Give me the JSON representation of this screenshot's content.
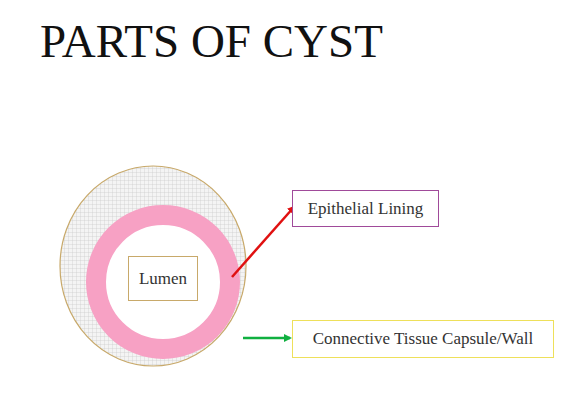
{
  "diagram": {
    "title": "PARTS OF CYST",
    "nodes": [
      {
        "text": [
          "Lumen"
        ]
      },
      {
        "text": [
          "Epithelial Lining"
        ]
      },
      {
        "text": [
          "Connective Tissue Capsule/Wall"
        ]
      }
    ]
  }
}
